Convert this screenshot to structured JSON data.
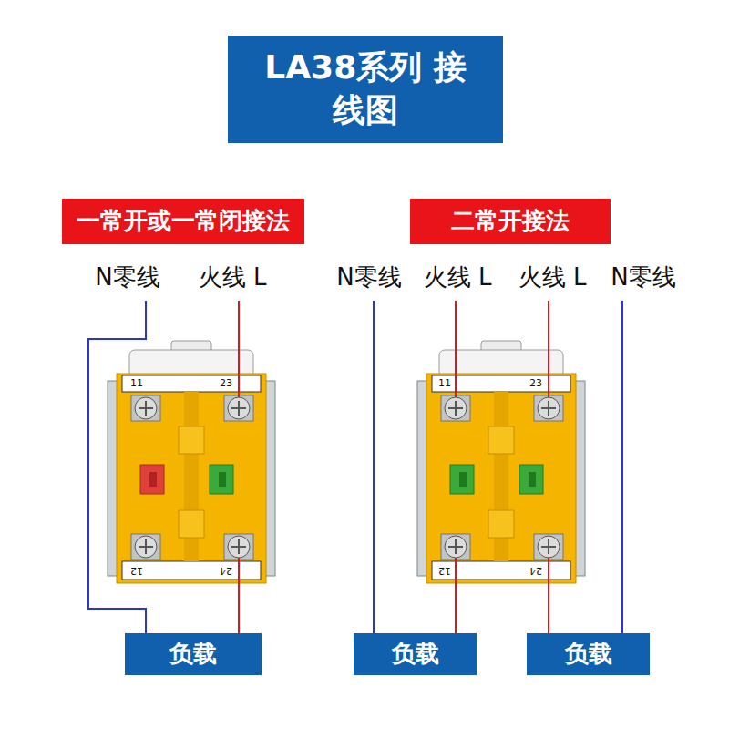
{
  "diagram": {
    "title": "LA38系列 接线图",
    "nodes": [
      {
        "text": [
          "一常开或一常闭接法"
        ]
      },
      {
        "text": [
          "二常开接法"
        ]
      },
      {
        "text": [
          "负载"
        ]
      },
      {
        "text": [
          "负载"
        ]
      },
      {
        "text": [
          "负载"
        ]
      }
    ],
    "labels": [
      "N零线",
      "火线 L",
      "N零线",
      "火线 L",
      "火线 L",
      "N零线",
      "11",
      "23",
      "12",
      "24",
      "11",
      "23",
      "12",
      "24"
    ]
  }
}
